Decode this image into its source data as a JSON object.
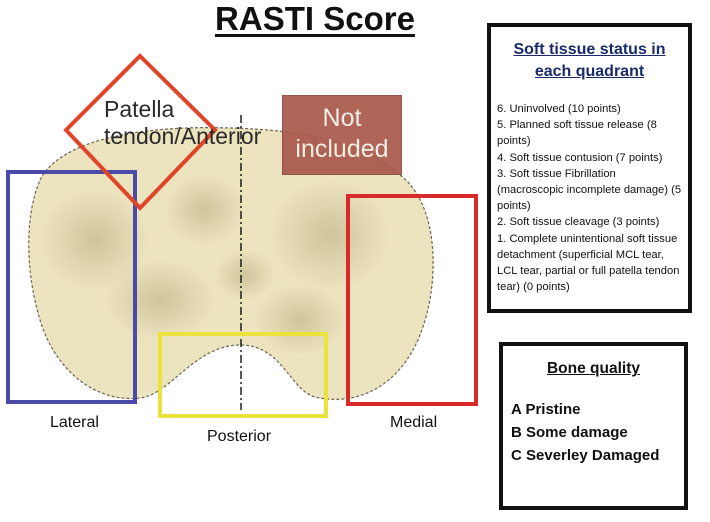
{
  "title": "RASTI Score",
  "diagram": {
    "patella_label": "Patella tendon/Anterior",
    "not_included_label": "Not included",
    "lateral_label": "Lateral",
    "posterior_label": "Posterior",
    "medial_label": "Medial",
    "colors": {
      "plateau_fill": "#ece3bf",
      "plateau_shadow": "#c9bd8f",
      "patella_box": "#e0452a",
      "lateral_box": "#4a4ba8",
      "posterior_box": "#ede13c",
      "medial_box": "#d82a2a",
      "not_included_box": "#a9584a"
    }
  },
  "soft_tissue": {
    "title": "Soft tissue status in each quadrant",
    "items": [
      "6. Uninvolved (10 points)",
      "5. Planned soft tissue release (8 points)",
      "4. Soft tissue contusion (7 points)",
      "3. Soft tissue Fibrillation (macroscopic incomplete damage) (5 points)",
      "2. Soft tissue cleavage (3 points)",
      "1. Complete unintentional soft tissue detachment (superficial MCL tear, LCL tear, partial or full patella tendon tear) (0 points)"
    ]
  },
  "bone_quality": {
    "title": "Bone quality",
    "items": [
      "A Pristine",
      "B Some damage",
      "C Severley Damaged"
    ]
  }
}
